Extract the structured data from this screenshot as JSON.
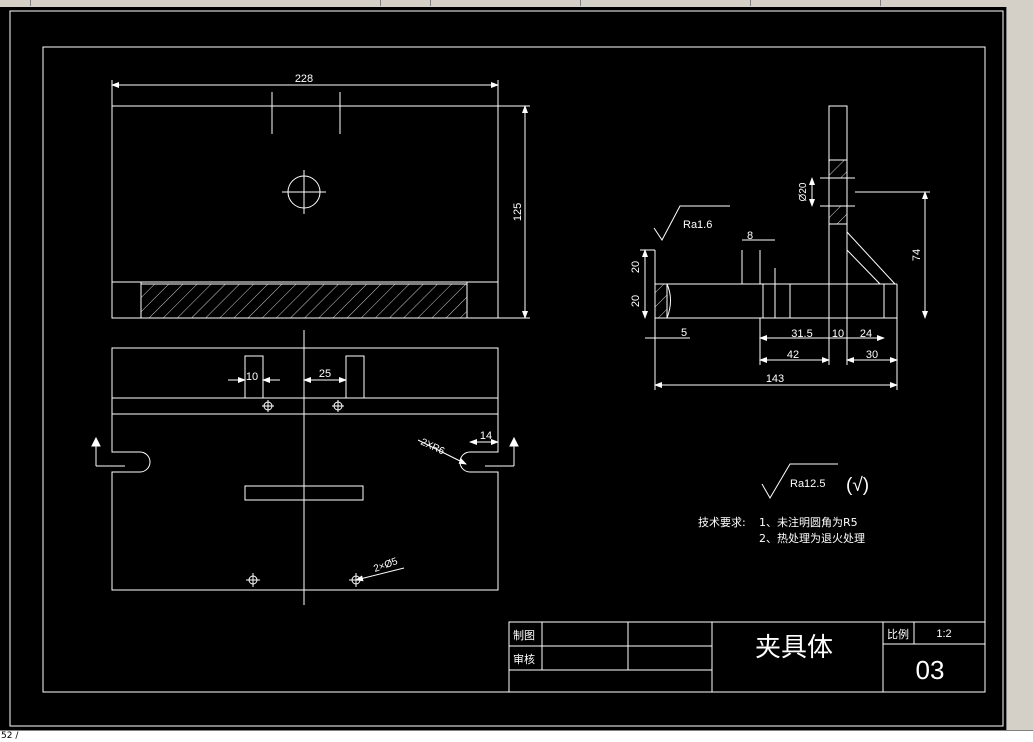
{
  "status_text": "52 /",
  "views": {
    "front": {
      "dim_width": "228",
      "dim_height": "125"
    },
    "top": {
      "dim_slot_width": "10",
      "dim_slot_spacing": "25",
      "dim_edge": "14",
      "note_radius": "2XR6",
      "note_holes": "2×Ø5"
    },
    "side": {
      "roughness": "Ra1.6",
      "dim_8": "8",
      "dim_20a": "20",
      "dim_20b": "20",
      "dim_phi20": "Ø20",
      "dim_74": "74",
      "dim_5": "5",
      "dim_31_5": "31.5",
      "dim_10": "10",
      "dim_24": "24",
      "dim_42": "42",
      "dim_30": "30",
      "dim_143": "143"
    }
  },
  "notes": {
    "roughness_general": "Ra12.5",
    "roughness_symbol": "(√)",
    "tech_label": "技术要求:",
    "line1": "1、未注明圆角为R5",
    "line2": "2、热处理为退火处理"
  },
  "title_block": {
    "drawn_label": "制图",
    "checked_label": "审核",
    "part_name": "夹具体",
    "scale_label": "比例",
    "scale_value": "1:2",
    "drawing_no": "03"
  }
}
